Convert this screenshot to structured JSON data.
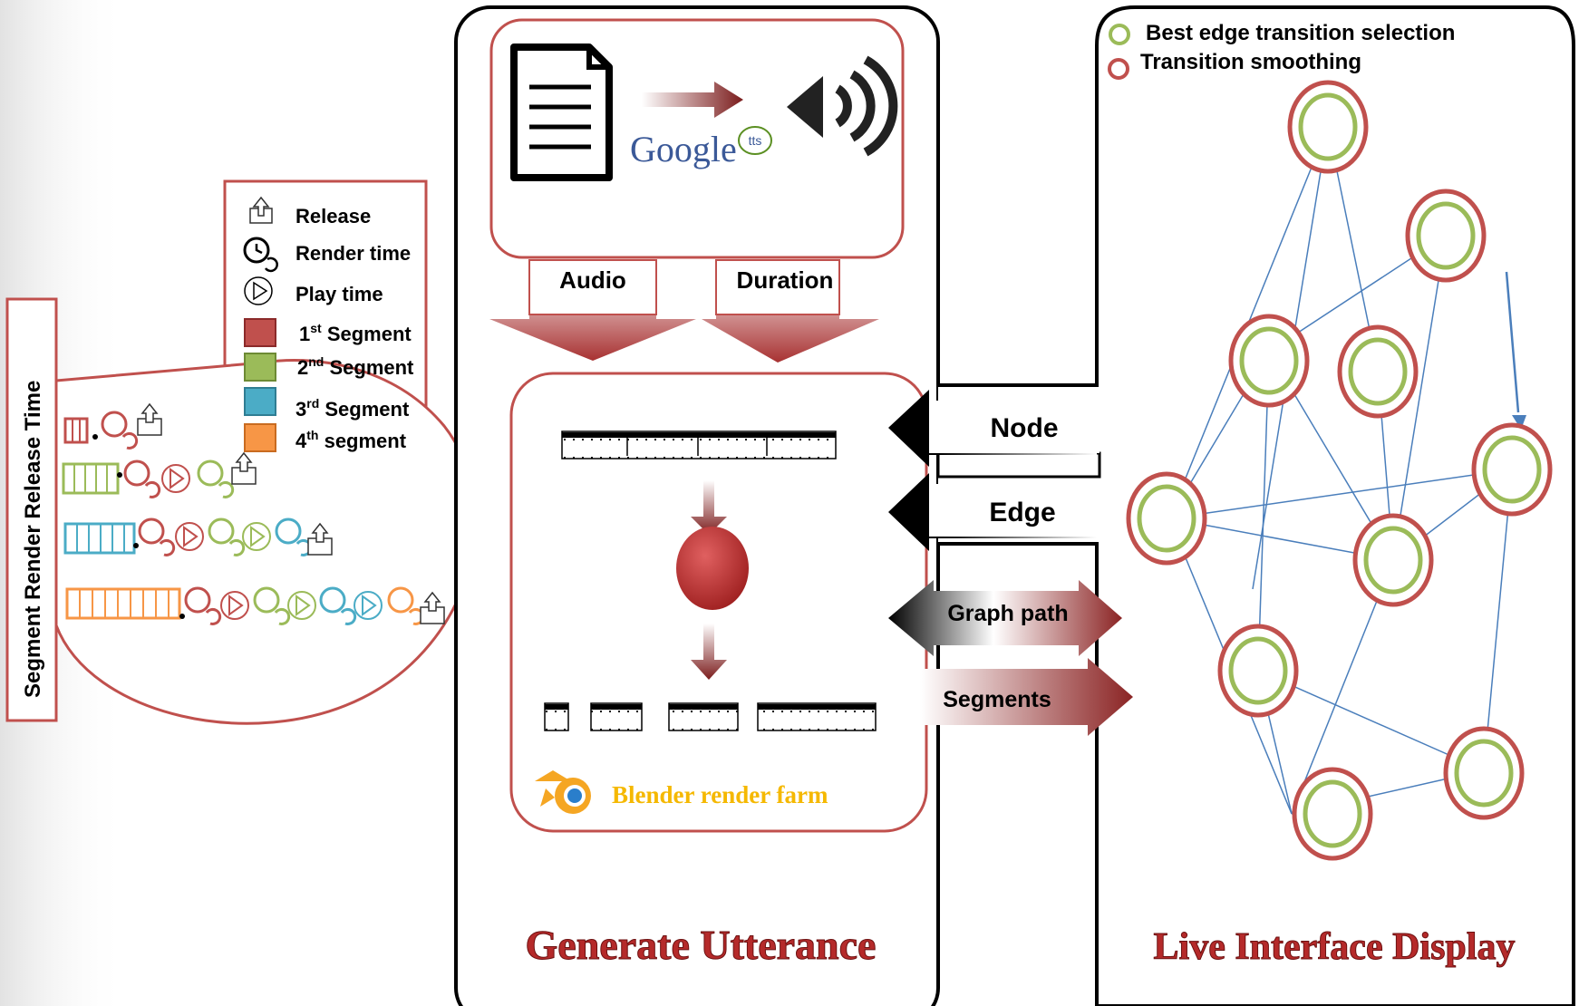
{
  "legend_top": {
    "best_edge": "Best edge transition selection",
    "smoothing": "Transition smoothing"
  },
  "timeline_legend": {
    "release": "Release",
    "render_time": "Render time",
    "play_time": "Play time",
    "seg1": {
      "num": "1",
      "sup": "st",
      "label": " Segment",
      "color": "#c0504d"
    },
    "seg2": {
      "num": "2",
      "sup": "nd",
      "label": " Segment",
      "color": "#9bbb59"
    },
    "seg3": {
      "num": "3",
      "sup": "rd",
      "label": " Segment",
      "color": "#4bacc6"
    },
    "seg4": {
      "num": "4",
      "sup": "th",
      "label": " segment",
      "color": "#f79646"
    }
  },
  "vertical_label": "Segment Render Release Time",
  "tts": {
    "google": "Google",
    "tts_badge": "tts",
    "audio": "Audio",
    "duration": "Duration"
  },
  "arrows": {
    "node": "Node",
    "edge": "Edge",
    "graph_path": "Graph path",
    "segments": "Segments"
  },
  "blender": "Blender  render farm",
  "titles": {
    "generate": "Generate Utterance",
    "live": "Live Interface Display"
  },
  "colors": {
    "red": "#c0504d",
    "green": "#9bbb59",
    "blue": "#4bacc6",
    "orange": "#f79646",
    "edge_blue": "#4a7ebb",
    "dark_red": "#7b1c1c"
  }
}
